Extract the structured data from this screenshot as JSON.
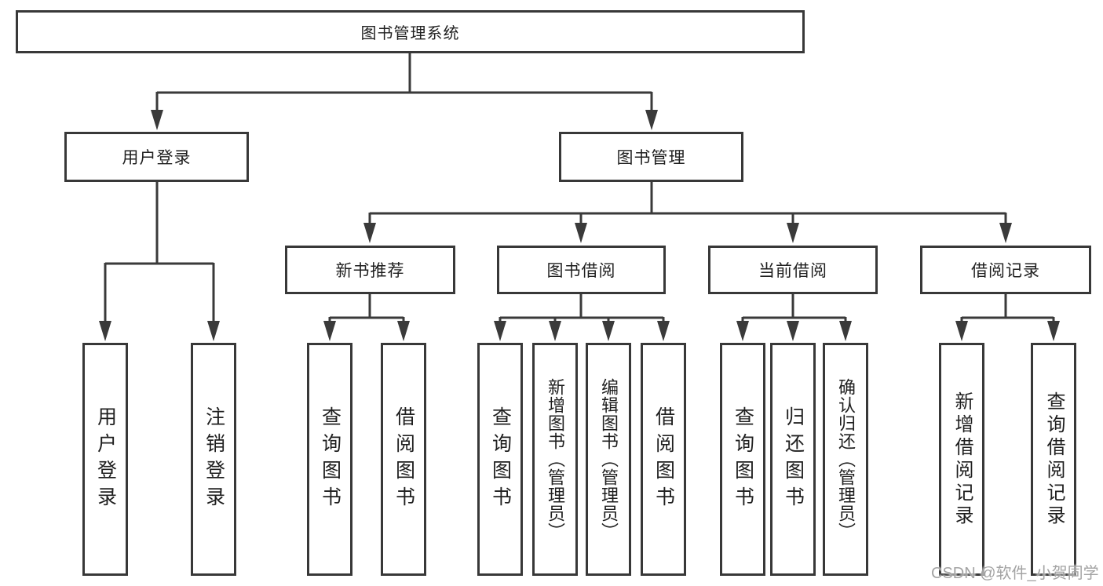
{
  "diagram": {
    "title": "图书管理系统",
    "type": "hierarchy-diagram",
    "nodes": {
      "root": {
        "label": "图书管理系统"
      },
      "user_login_group": {
        "label": "用户登录"
      },
      "book_management": {
        "label": "图书管理"
      },
      "new_book_recommend": {
        "label": "新书推荐"
      },
      "book_borrowing": {
        "label": "图书借阅"
      },
      "current_borrowing": {
        "label": "当前借阅"
      },
      "borrowing_records": {
        "label": "借阅记录"
      },
      "leaf_user_login": {
        "label": "用户登录"
      },
      "leaf_logout": {
        "label": "注销登录"
      },
      "leaf_query_books_recommend": {
        "label": "查询图书"
      },
      "leaf_borrow_books_recommend": {
        "label": "借阅图书"
      },
      "leaf_query_books_borrowing": {
        "label": "查询图书"
      },
      "leaf_add_books_admin": {
        "label": "新增图书（管理员）"
      },
      "leaf_edit_books_admin": {
        "label": "编辑图书（管理员）"
      },
      "leaf_borrow_books_borrowing": {
        "label": "借阅图书"
      },
      "leaf_query_books_current": {
        "label": "查询图书"
      },
      "leaf_return_books": {
        "label": "归还图书"
      },
      "leaf_confirm_return_admin": {
        "label": "确认归还（管理员）"
      },
      "leaf_add_borrow_record": {
        "label": "新增借阅记录"
      },
      "leaf_query_borrow_record": {
        "label": "查询借阅记录"
      }
    },
    "edges": [
      "图书管理系统→用户登录",
      "图书管理系统→图书管理",
      "用户登录→用户登录(叶)",
      "用户登录→注销登录",
      "图书管理→新书推荐",
      "图书管理→图书借阅",
      "图书管理→当前借阅",
      "图书管理→借阅记录",
      "新书推荐→查询图书",
      "新书推荐→借阅图书",
      "图书借阅→查询图书",
      "图书借阅→新增图书（管理员）",
      "图书借阅→编辑图书（管理员）",
      "图书借阅→借阅图书",
      "当前借阅→查询图书",
      "当前借阅→归还图书",
      "当前借阅→确认归还（管理员）",
      "借阅记录→新增借阅记录",
      "借阅记录→查询借阅记录"
    ]
  },
  "watermark": {
    "text": "CSDN @软件_小贺同学"
  },
  "colors": {
    "line": "#3a3a3a",
    "box_border": "#383838",
    "text": "#1f1f1f",
    "watermark": "#a3a3a3",
    "background": "#ffffff"
  }
}
